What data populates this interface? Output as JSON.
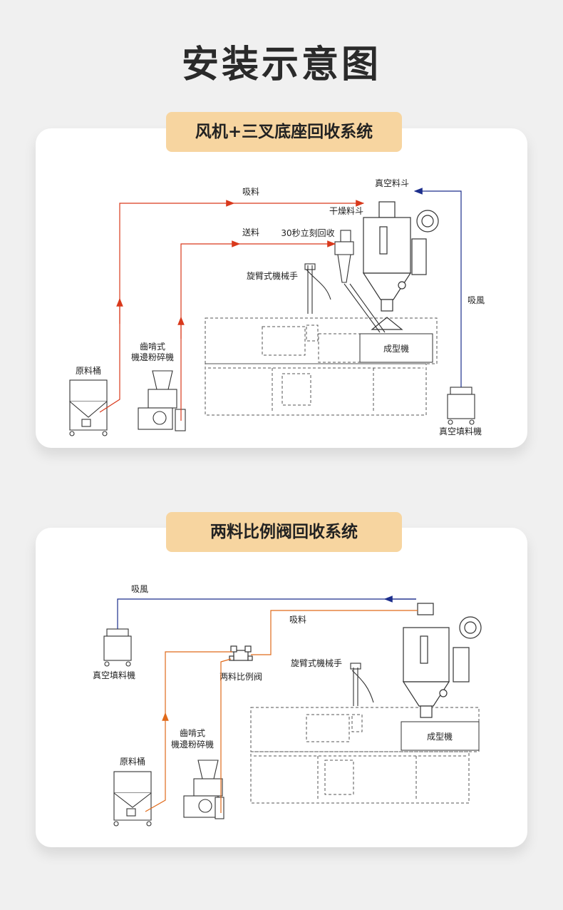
{
  "title": "安装示意图",
  "section1": {
    "heading": "风机+三叉底座回收系统",
    "labels": {
      "vacuum_hopper": "真空料斗",
      "suction_material": "吸料",
      "dryer_hopper": "干燥料斗",
      "feed_material": "送料",
      "recovery_30s": "30秒立刻回收",
      "robot_arm": "旋臂式機械手",
      "suction_air": "吸風",
      "molding_machine": "成型機",
      "crusher_line1": "齒啃式",
      "crusher_line2": "機邊粉碎機",
      "raw_bin": "原料桶",
      "vacuum_loader": "真空填料機"
    }
  },
  "section2": {
    "heading": "两料比例阀回收系统",
    "labels": {
      "suction_air": "吸風",
      "suction_material": "吸料",
      "vacuum_loader": "真空填料機",
      "proportional_valve": "两料比例阀",
      "robot_arm": "旋臂式機械手",
      "crusher_line1": "齒啃式",
      "crusher_line2": "機邊粉碎機",
      "molding_machine": "成型機",
      "raw_bin": "原料桶"
    }
  },
  "colors": {
    "material_line": "#d9391c",
    "material_line2": "#e06a1a",
    "air_line": "#1c2e8c",
    "pill_bg": "#f7d5a0"
  }
}
